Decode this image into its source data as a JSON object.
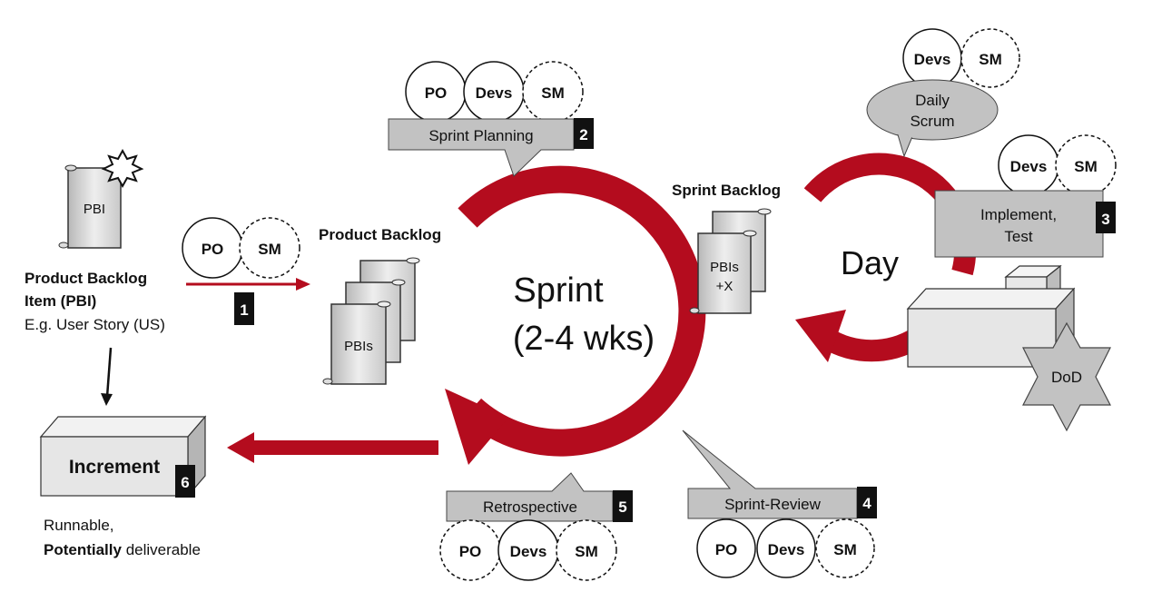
{
  "colors": {
    "accent_red": "#b40c1e",
    "box_gray": "#c2c2c2",
    "badge_black": "#111111"
  },
  "pbi": {
    "scroll_label": "PBI",
    "title_line1": "Product Backlog",
    "title_line2": "Item (PBI)",
    "subtitle": "E.g. User Story (US)"
  },
  "step1": {
    "badge": "1",
    "roles": [
      "PO",
      "SM"
    ]
  },
  "product_backlog": {
    "title": "Product Backlog",
    "scroll_label": "PBIs"
  },
  "sprint_planning": {
    "label": "Sprint Planning",
    "badge": "2",
    "roles": [
      "PO",
      "Devs",
      "SM"
    ]
  },
  "sprint": {
    "line1": "Sprint",
    "line2": "(2-4 wks)"
  },
  "sprint_backlog": {
    "title": "Sprint Backlog",
    "scroll_line1": "PBIs",
    "scroll_line2": "+X"
  },
  "daily_scrum": {
    "line1": "Daily",
    "line2": "Scrum",
    "roles": [
      "Devs",
      "SM"
    ]
  },
  "day": {
    "label": "Day"
  },
  "implement": {
    "line1": "Implement,",
    "line2": "Test",
    "badge": "3",
    "roles": [
      "Devs",
      "SM"
    ]
  },
  "dod": {
    "label": "DoD"
  },
  "sprint_review": {
    "label": "Sprint-Review",
    "badge": "4",
    "roles": [
      "PO",
      "Devs",
      "SM"
    ]
  },
  "retrospective": {
    "label": "Retrospective",
    "badge": "5",
    "roles": [
      "PO",
      "Devs",
      "SM"
    ]
  },
  "increment": {
    "label": "Increment",
    "badge": "6",
    "caption_line1": "Runnable,",
    "caption_bold": "Potentially",
    "caption_rest": " deliverable"
  }
}
